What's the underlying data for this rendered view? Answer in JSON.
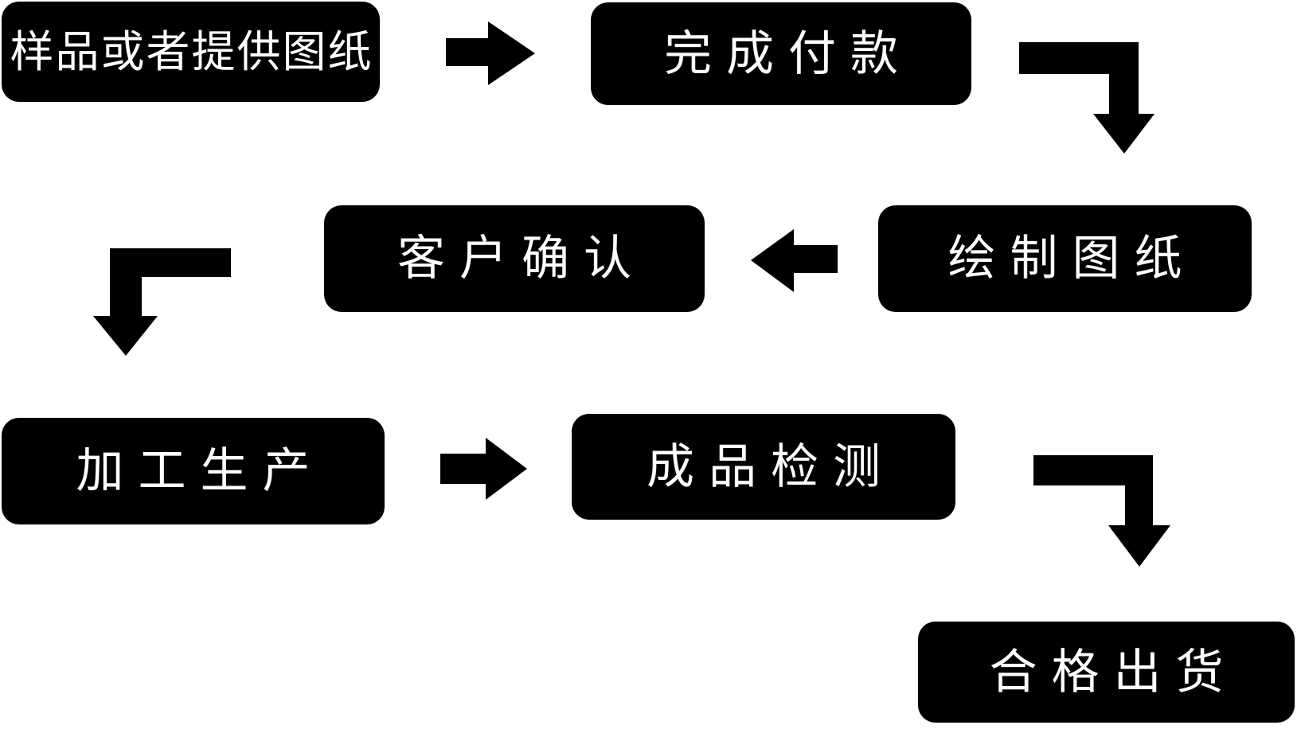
{
  "diagram": {
    "type": "flowchart",
    "background_color": "#ffffff",
    "node_fill_color": "#000000",
    "node_text_color": "#ffffff",
    "arrow_color": "#000000",
    "nodes": [
      {
        "label": "样品或者提供图纸"
      },
      {
        "label": "完成付款"
      },
      {
        "label": "绘制图纸"
      },
      {
        "label": "客户确认"
      },
      {
        "label": "加工生产"
      },
      {
        "label": "成品检测"
      },
      {
        "label": "合格出货"
      }
    ],
    "edges": [
      {
        "from": "样品或者提供图纸",
        "to": "完成付款",
        "arrow": "right"
      },
      {
        "from": "完成付款",
        "to": "绘制图纸",
        "arrow": "elbow-right-down"
      },
      {
        "from": "绘制图纸",
        "to": "客户确认",
        "arrow": "left"
      },
      {
        "from": "客户确认",
        "to": "加工生产",
        "arrow": "elbow-left-down"
      },
      {
        "from": "加工生产",
        "to": "成品检测",
        "arrow": "right"
      },
      {
        "from": "成品检测",
        "to": "合格出货",
        "arrow": "elbow-right-down"
      }
    ]
  }
}
